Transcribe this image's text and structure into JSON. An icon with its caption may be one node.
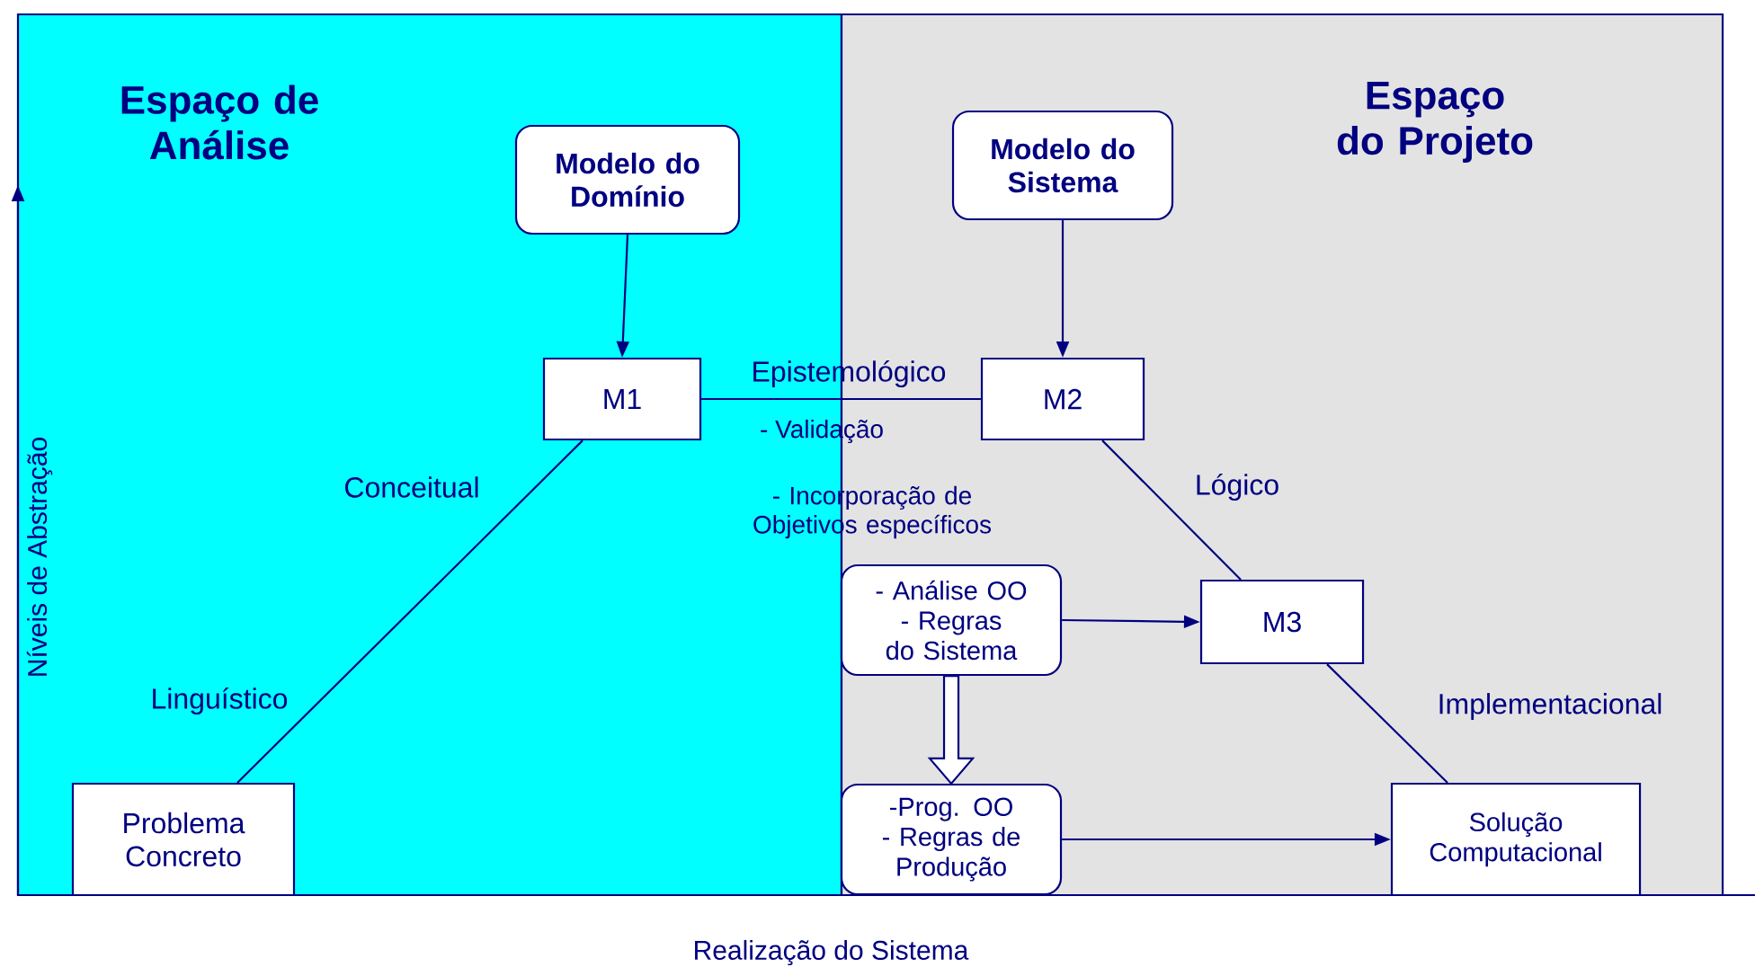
{
  "diagram": {
    "nodes": [
      {
        "text": [
          "Espaço de Análise"
        ]
      },
      {
        "text": [
          "Espaço do Projeto"
        ]
      },
      {
        "text": [
          "Modelo do Domínio"
        ],
        "in": 0
      },
      {
        "text": [
          "M1"
        ],
        "in": 0
      },
      {
        "text": [
          "Problema Concreto"
        ],
        "in": 0
      },
      {
        "text": [
          "Modelo do Sistema"
        ],
        "in": 1
      },
      {
        "text": [
          "M2"
        ],
        "in": 1
      },
      {
        "text": [
          "- Análise OO - Regras do Sistema"
        ],
        "in": 1
      },
      {
        "text": [
          "M3"
        ],
        "in": 1
      },
      {
        "text": [
          "-Prog. OO - Regras de Produção"
        ],
        "in": 1
      },
      {
        "text": [
          "Solução Computacional"
        ],
        "in": 1
      }
    ],
    "edges": [
      {
        "from": 2,
        "to": 3,
        "arrow": "to"
      },
      {
        "from": 5,
        "to": 6,
        "arrow": "to"
      },
      {
        "from": 3,
        "to": 6,
        "arrow": "none",
        "label": "Epistemológico"
      },
      {
        "from": 3,
        "to": 4,
        "arrow": "none",
        "label": "Conceitual"
      },
      {
        "from": 6,
        "to": 8,
        "arrow": "none",
        "label": "Lógico"
      },
      {
        "from": 8,
        "to": 10,
        "arrow": "none",
        "label": "Implementacional"
      },
      {
        "from": 7,
        "to": 8,
        "arrow": "to"
      },
      {
        "from": 9,
        "to": 10,
        "arrow": "to"
      },
      {
        "from": 7,
        "to": 9,
        "arrow": "to",
        "style": "thick"
      }
    ],
    "labels": [
      "- Validação",
      "- Incorporação de Objetivos específicos",
      "Linguístico",
      "Níveis de Abstração",
      "Realização do Sistema"
    ]
  }
}
